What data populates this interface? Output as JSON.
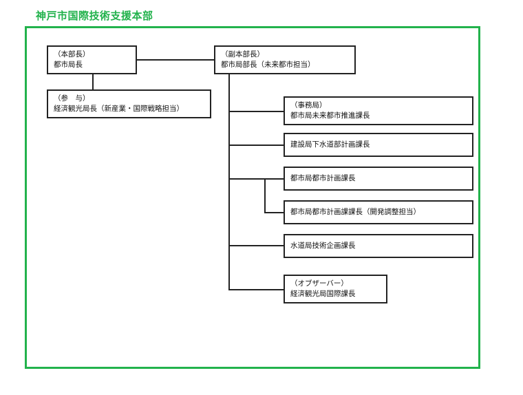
{
  "title": "神戸市国際技術支援本部",
  "boxes": {
    "head": {
      "role": "（本部長）",
      "name": "都市局長"
    },
    "deputy": {
      "role": "（副本部長）",
      "name": "都市局部長（未来都市担当）"
    },
    "advisor": {
      "role": "（参　与）",
      "name": "経済観光局長（新産業・国際戦略担当）"
    },
    "secretariat": {
      "role": "（事務局）",
      "name": "都市局未来都市推進課長"
    },
    "sewer": {
      "name": "建設局下水道部計画課長"
    },
    "city_planning": {
      "name": "都市局都市計画課長"
    },
    "dev_coord": {
      "name": "都市局都市計画課課長（開発調整担当）"
    },
    "waterworks": {
      "name": "水道局技術企画課長"
    },
    "observer": {
      "role": "（オブザーバー）",
      "name": "経済観光局国際課長"
    }
  },
  "colors": {
    "accent": "#22b24c",
    "line": "#222222"
  }
}
